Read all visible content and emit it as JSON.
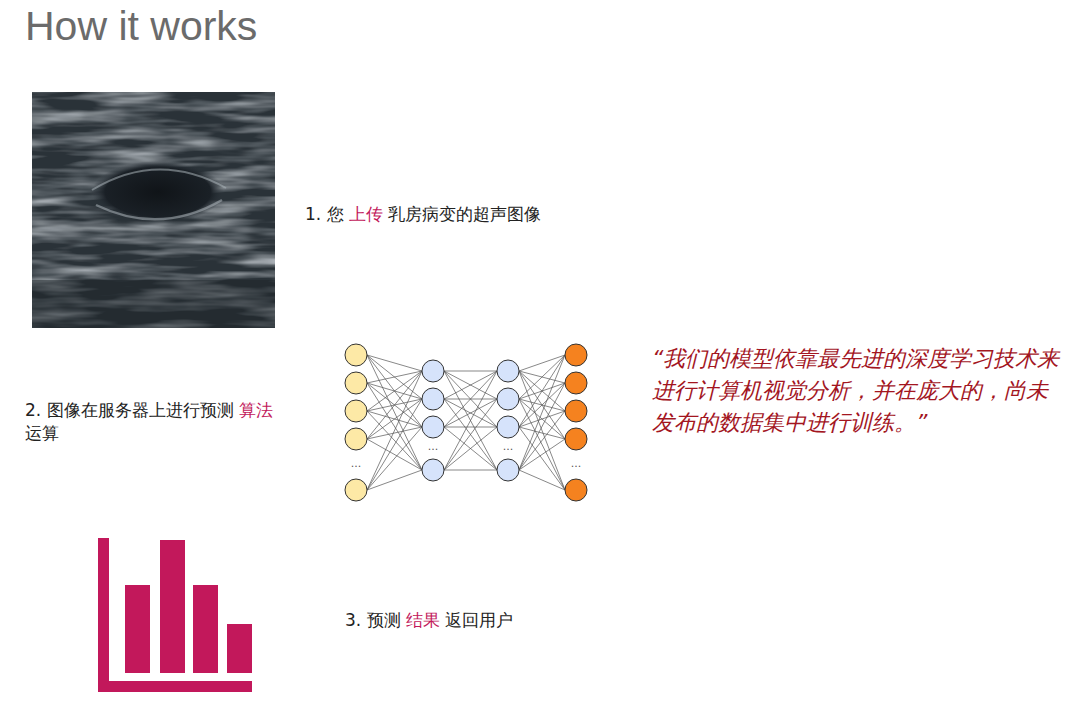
{
  "diagram": {
    "title": "How it works",
    "labels": [
      "1. 您",
      "上传",
      "乳房病变的超声图像",
      "2. 图像在服务器上进行预测",
      "算法",
      "运算",
      "“我们的模型依靠最先进的深度学习技术来进行计算机视觉分析，并在庞大的，尚未发布的数据集中进行训练。”",
      "3. 预测",
      "结果",
      "返回用户",
      "...",
      "...",
      "...",
      "..."
    ]
  }
}
